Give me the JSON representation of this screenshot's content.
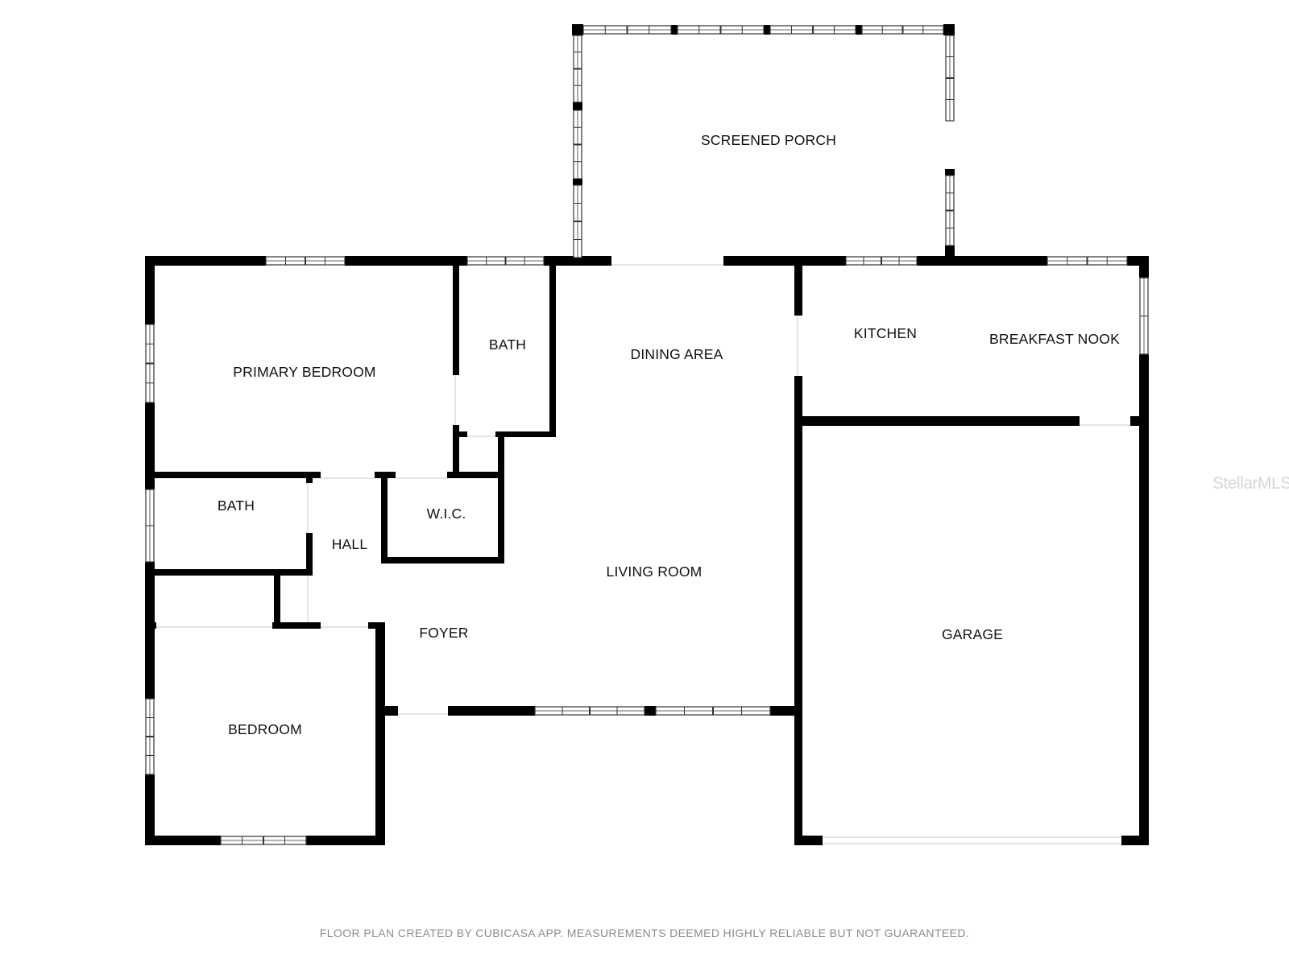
{
  "rooms": {
    "screened_porch": "SCREENED PORCH",
    "primary_bedroom": "PRIMARY BEDROOM",
    "primary_bath": "BATH",
    "dining_area": "DINING AREA",
    "kitchen": "KITCHEN",
    "breakfast_nook": "BREAKFAST NOOK",
    "hall_bath": "BATH",
    "wic": "W.I.C.",
    "hall": "HALL",
    "living_room": "LIVING ROOM",
    "foyer": "FOYER",
    "garage": "GARAGE",
    "bedroom": "BEDROOM"
  },
  "footer": {
    "note": "FLOOR PLAN CREATED BY CUBICASA APP. MEASUREMENTS DEEMED HIGHLY RELIABLE BUT NOT GUARANTEED."
  },
  "watermark": {
    "text": "StellarMLS"
  },
  "colors": {
    "wall": "#000000",
    "window_frame": "#333333",
    "background": "#ffffff",
    "footer_text": "#8c8c8c",
    "watermark": "#d7d7d7"
  }
}
